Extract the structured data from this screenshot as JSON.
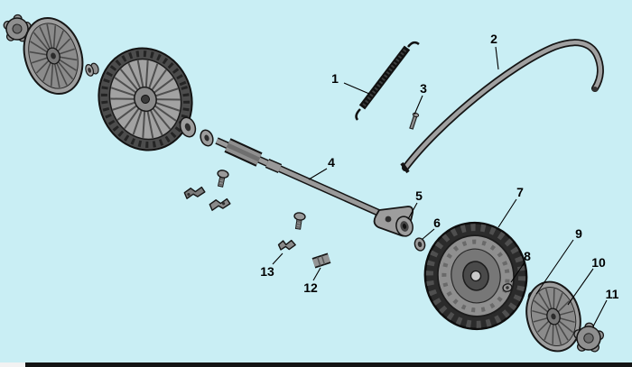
{
  "diagram": {
    "labels": [
      "1",
      "2",
      "3",
      "4",
      "5",
      "6",
      "7",
      "8",
      "9",
      "10",
      "11",
      "12",
      "13"
    ]
  },
  "colors": {
    "background": "#c9eef4",
    "ink": "#000000",
    "outline": "#161616",
    "part-fill": "#9d9d9d",
    "part-mid": "#8a8a8a",
    "part-dark": "#4a4a4a",
    "tire": "#2b2b2b"
  }
}
